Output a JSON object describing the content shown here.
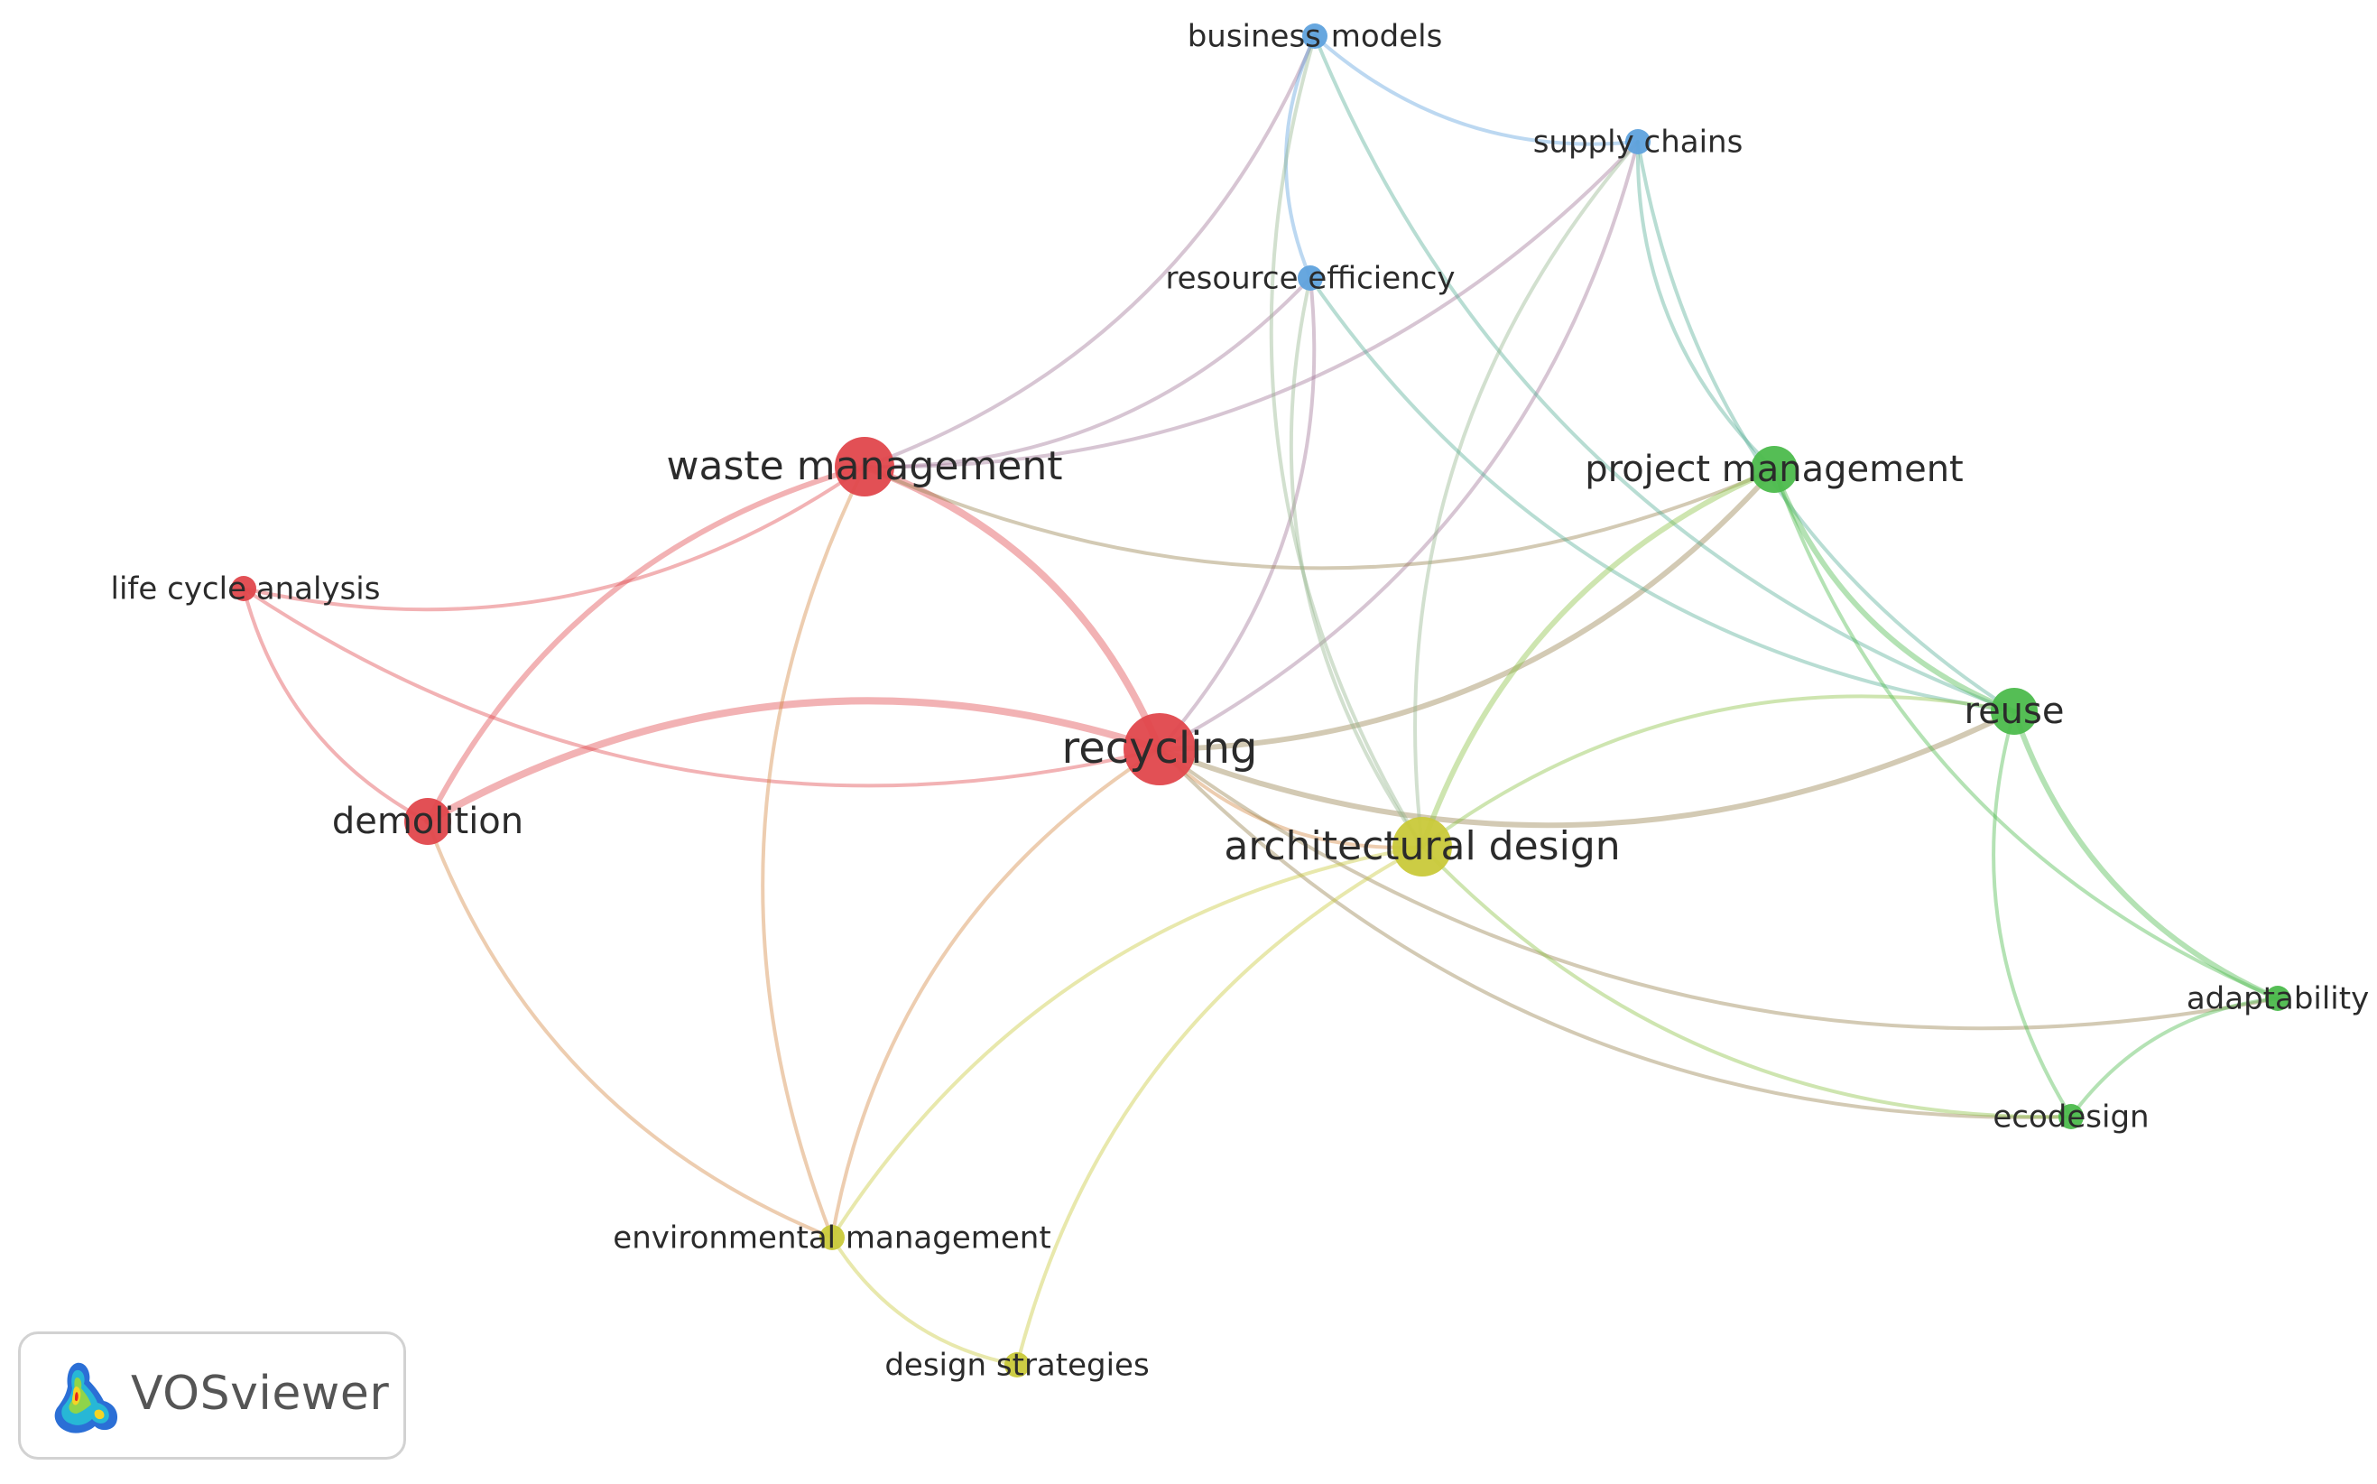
{
  "network": {
    "colors": {
      "red": "#e0474c",
      "green": "#4cbb4c",
      "blue": "#5fa2dd",
      "yellow": "#c9c93a"
    },
    "nodes": [
      {
        "id": "business-models",
        "label": "business models",
        "cluster": "blue",
        "weight": "small"
      },
      {
        "id": "supply-chains",
        "label": "supply chains",
        "cluster": "blue",
        "weight": "small"
      },
      {
        "id": "resource-efficiency",
        "label": "resource efficiency",
        "cluster": "blue",
        "weight": "small"
      },
      {
        "id": "waste-management",
        "label": "waste management",
        "cluster": "red",
        "weight": "large"
      },
      {
        "id": "project-management",
        "label": "project management",
        "cluster": "green",
        "weight": "medium"
      },
      {
        "id": "life-cycle-analysis",
        "label": "life cycle analysis",
        "cluster": "red",
        "weight": "small"
      },
      {
        "id": "recycling",
        "label": "recycling",
        "cluster": "red",
        "weight": "xlarge"
      },
      {
        "id": "reuse",
        "label": "reuse",
        "cluster": "green",
        "weight": "medium"
      },
      {
        "id": "demolition",
        "label": "demolition",
        "cluster": "red",
        "weight": "medium"
      },
      {
        "id": "architectural-design",
        "label": "architectural design",
        "cluster": "yellow",
        "weight": "large"
      },
      {
        "id": "adaptability",
        "label": "adaptability",
        "cluster": "green",
        "weight": "small"
      },
      {
        "id": "ecodesign",
        "label": "ecodesign",
        "cluster": "green",
        "weight": "small"
      },
      {
        "id": "environmental-management",
        "label": "environmental management",
        "cluster": "yellow",
        "weight": "small"
      },
      {
        "id": "design-strategies",
        "label": "design strategies",
        "cluster": "yellow",
        "weight": "small"
      }
    ],
    "edges": [
      [
        "recycling",
        "waste-management",
        3
      ],
      [
        "recycling",
        "demolition",
        3
      ],
      [
        "waste-management",
        "demolition",
        2
      ],
      [
        "life-cycle-analysis",
        "demolition",
        1
      ],
      [
        "life-cycle-analysis",
        "recycling",
        1
      ],
      [
        "life-cycle-analysis",
        "waste-management",
        1
      ],
      [
        "recycling",
        "reuse",
        2
      ],
      [
        "recycling",
        "project-management",
        2
      ],
      [
        "recycling",
        "architectural-design",
        1
      ],
      [
        "recycling",
        "resource-efficiency",
        1
      ],
      [
        "recycling",
        "supply-chains",
        1
      ],
      [
        "recycling",
        "ecodesign",
        1
      ],
      [
        "recycling",
        "adaptability",
        1
      ],
      [
        "recycling",
        "environmental-management",
        1
      ],
      [
        "waste-management",
        "business-models",
        1
      ],
      [
        "waste-management",
        "supply-chains",
        1
      ],
      [
        "waste-management",
        "resource-efficiency",
        1
      ],
      [
        "waste-management",
        "project-management",
        1
      ],
      [
        "waste-management",
        "environmental-management",
        1
      ],
      [
        "demolition",
        "environmental-management",
        1
      ],
      [
        "business-models",
        "supply-chains",
        1
      ],
      [
        "business-models",
        "resource-efficiency",
        1
      ],
      [
        "business-models",
        "architectural-design",
        1
      ],
      [
        "business-models",
        "reuse",
        1
      ],
      [
        "supply-chains",
        "reuse",
        1
      ],
      [
        "supply-chains",
        "project-management",
        1
      ],
      [
        "supply-chains",
        "architectural-design",
        1
      ],
      [
        "resource-efficiency",
        "reuse",
        1
      ],
      [
        "resource-efficiency",
        "architectural-design",
        1
      ],
      [
        "project-management",
        "reuse",
        2
      ],
      [
        "project-management",
        "architectural-design",
        2
      ],
      [
        "reuse",
        "architectural-design",
        1
      ],
      [
        "reuse",
        "adaptability",
        2
      ],
      [
        "reuse",
        "ecodesign",
        1
      ],
      [
        "adaptability",
        "ecodesign",
        1
      ],
      [
        "architectural-design",
        "ecodesign",
        1
      ],
      [
        "architectural-design",
        "environmental-management",
        1
      ],
      [
        "architectural-design",
        "design-strategies",
        1
      ],
      [
        "environmental-management",
        "design-strategies",
        1
      ],
      [
        "project-management",
        "adaptability",
        1
      ]
    ]
  },
  "logo": {
    "text": "VOSviewer"
  }
}
